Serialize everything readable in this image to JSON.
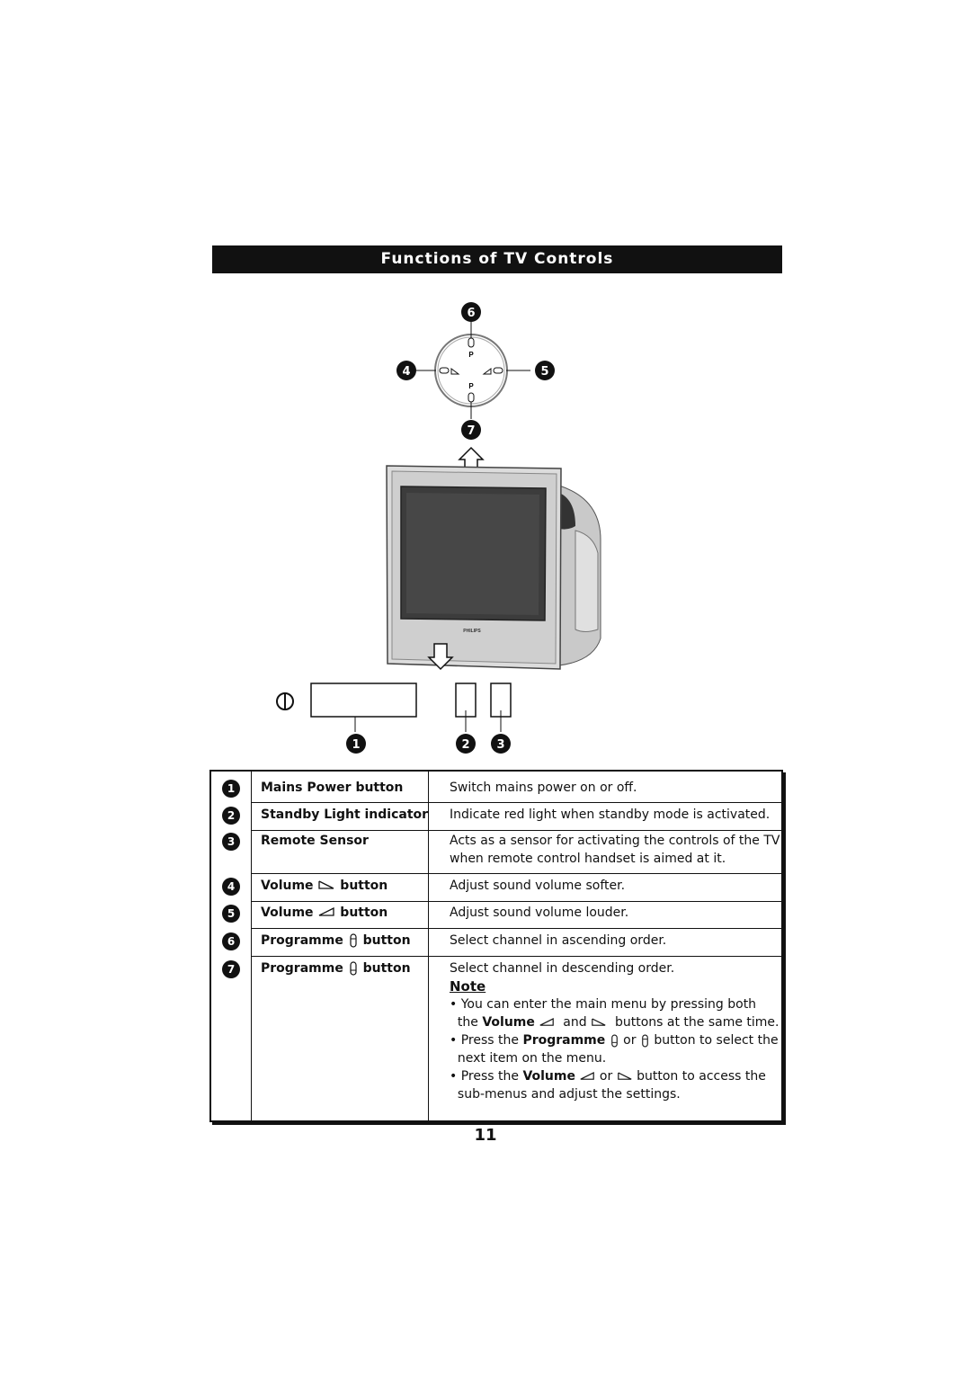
{
  "page": {
    "title": "Functions of TV Controls",
    "page_number": "11"
  },
  "diagram": {
    "badges": {
      "b6": "6",
      "b4": "4",
      "b5": "5",
      "b7": "7",
      "b1": "1",
      "b2": "2",
      "b3": "3"
    },
    "dial_p_top": "P",
    "dial_p_bottom": "P",
    "tv_brand": "PHILIPS"
  },
  "rows": [
    {
      "num": "1",
      "name": "Mains Power button",
      "desc": [
        "Switch mains power on or off."
      ]
    },
    {
      "num": "2",
      "name": "Standby Light indicator",
      "desc": [
        "Indicate red light when standby mode is activated."
      ]
    },
    {
      "num": "3",
      "name": "Remote Sensor",
      "desc": [
        "Acts as a sensor for activating the controls of the TV",
        "when remote control handset is aimed at it."
      ]
    },
    {
      "num": "4",
      "name_pre": "Volume",
      "name_post": "button",
      "icon": "volume-down-icon",
      "desc": [
        "Adjust sound volume softer."
      ]
    },
    {
      "num": "5",
      "name_pre": "Volume",
      "name_post": "button",
      "icon": "volume-up-icon",
      "desc": [
        "Adjust sound volume louder."
      ]
    },
    {
      "num": "6",
      "name_pre": "Programme",
      "name_post": "button",
      "icon": "programme-up-icon",
      "desc": [
        "Select channel in ascending order."
      ]
    },
    {
      "num": "7",
      "name_pre": "Programme",
      "name_post": "button",
      "icon": "programme-down-icon",
      "desc": [
        "Select channel in descending order."
      ]
    }
  ],
  "note": {
    "title": "Note",
    "b1_l1": "• You can enter the main menu by pressing both",
    "b1_l2_pre": "the",
    "b1_l2_kw": "Volume",
    "b1_l2_and": "and",
    "b1_l2_post": "buttons at the same time.",
    "b2_l1_pre": "• Press the",
    "b2_l1_kw": "Programme",
    "b2_l1_or": "or",
    "b2_l1_post": "button to select the",
    "b2_l2": "next item on the menu.",
    "b3_l1_pre": "• Press the",
    "b3_l1_kw": "Volume",
    "b3_l1_or": "or",
    "b3_l1_post": "button to access the",
    "b3_l2": "sub-menus and adjust the settings."
  }
}
